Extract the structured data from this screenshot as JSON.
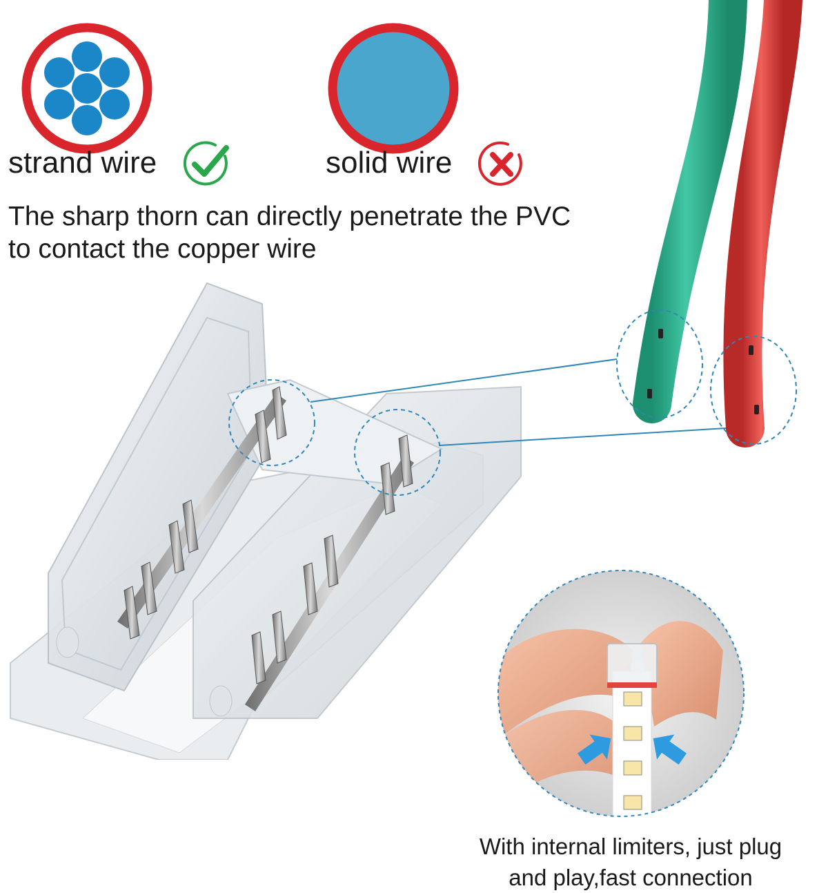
{
  "wire_types": [
    {
      "label": "strand wire",
      "status": "correct",
      "icon": "check-icon",
      "icon_color": "#2aa64b"
    },
    {
      "label": "solid wire",
      "status": "incorrect",
      "icon": "cross-icon",
      "icon_color": "#d8262c"
    }
  ],
  "description": {
    "line1": "The sharp thorn can directly penetrate the PVC",
    "line2": "to contact the copper wire"
  },
  "caption": {
    "line1": "With internal limiters, just plug",
    "line2": "and play,fast connection"
  },
  "colors": {
    "ring_red": "#d8262c",
    "strand_blue": "#1b86c8",
    "solid_blue": "#4aa6cc",
    "wire_green": "#2fa98a",
    "wire_red": "#e0443e",
    "callout_line": "#2f86b8",
    "arrow_blue": "#2e9be0"
  }
}
